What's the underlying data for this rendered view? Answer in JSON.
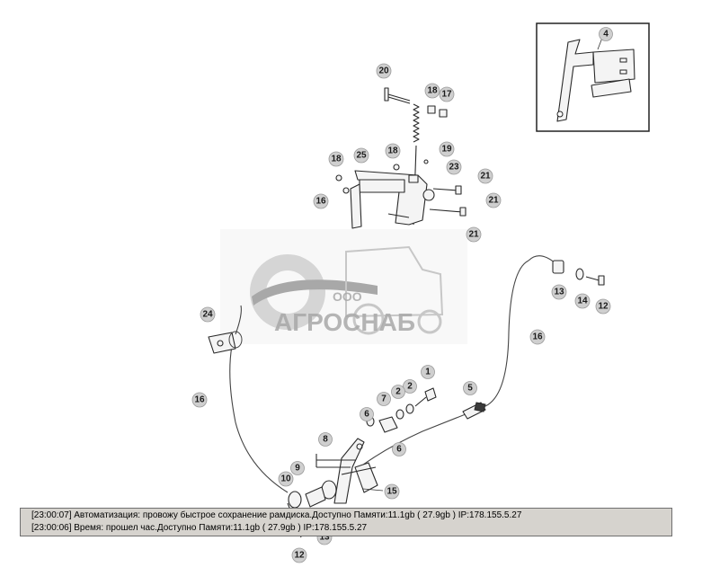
{
  "watermark": {
    "company_prefix": "ООО",
    "company_name": "АГРОСНАБ"
  },
  "callouts": [
    {
      "id": "c-1",
      "label": "1"
    },
    {
      "id": "c-2",
      "label": "2"
    },
    {
      "id": "c-4",
      "label": "4"
    },
    {
      "id": "c-5",
      "label": "5"
    },
    {
      "id": "c-6a",
      "label": "6"
    },
    {
      "id": "c-6b",
      "label": "6"
    },
    {
      "id": "c-7",
      "label": "7"
    },
    {
      "id": "c-8",
      "label": "8"
    },
    {
      "id": "c-9",
      "label": "9"
    },
    {
      "id": "c-10",
      "label": "10"
    },
    {
      "id": "c-12a",
      "label": "12"
    },
    {
      "id": "c-12b",
      "label": "12"
    },
    {
      "id": "c-13",
      "label": "13"
    },
    {
      "id": "c-14",
      "label": "14"
    },
    {
      "id": "c-15",
      "label": "15"
    },
    {
      "id": "c-16a",
      "label": "16"
    },
    {
      "id": "c-16b",
      "label": "16"
    },
    {
      "id": "c-16c",
      "label": "16"
    },
    {
      "id": "c-17",
      "label": "17"
    },
    {
      "id": "c-18a",
      "label": "18"
    },
    {
      "id": "c-18b",
      "label": "18"
    },
    {
      "id": "c-18c",
      "label": "18"
    },
    {
      "id": "c-19",
      "label": "19"
    },
    {
      "id": "c-20",
      "label": "20"
    },
    {
      "id": "c-21a",
      "label": "21"
    },
    {
      "id": "c-21b",
      "label": "21"
    },
    {
      "id": "c-21c",
      "label": "21"
    },
    {
      "id": "c-23",
      "label": "23"
    },
    {
      "id": "c-24",
      "label": "24"
    },
    {
      "id": "c-25",
      "label": "25"
    }
  ],
  "log": {
    "lines": [
      "[23:00:07]  Автоматизация: провожу быстрое сохранение рамдиска.Доступно Памяти:11.1gb  ( 27.9gb ) IP:178.155.5.27",
      "[23:00:06]  Время: прошел час.Доступно Памяти:11.1gb  ( 27.9gb ) IP:178.155.5.27"
    ]
  }
}
